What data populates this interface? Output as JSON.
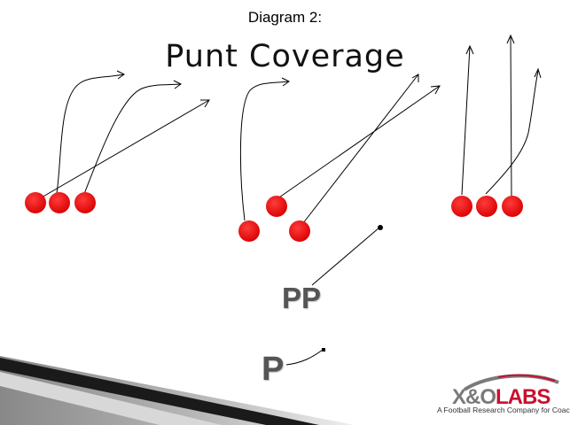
{
  "diagram": {
    "caption": "Diagram 2:",
    "title": "Punt Coverage",
    "players": {
      "personal_protector": "PP",
      "punter": "P"
    },
    "player_color": "#ee1111",
    "route_color": "#000000"
  },
  "logo": {
    "brand_xo": "X&O",
    "brand_labs": "LABS",
    "tagline": "A Football Research Company for Coaches",
    "brand_gray": "#7a7a7a",
    "brand_red": "#c8102e"
  }
}
